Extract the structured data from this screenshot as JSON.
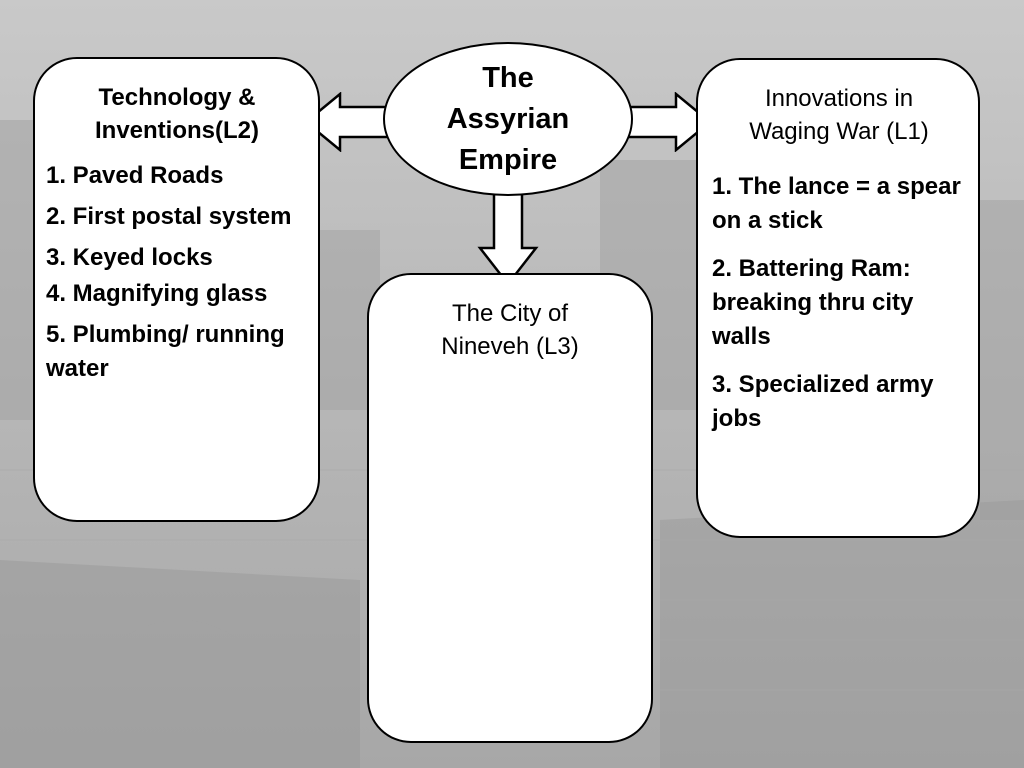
{
  "center": {
    "title": "The\nAssyrian\nEmpire"
  },
  "left_box": {
    "title": "Technology &\nInventions(L2)",
    "items": [
      "1.  Paved Roads",
      "2.  First postal system",
      "3.  Keyed locks",
      "4.  Magnifying glass",
      "5.  Plumbing/ running water"
    ]
  },
  "right_box": {
    "title": "Innovations in\nWaging War (L1)",
    "items": [
      "1.  The lance = a spear on a stick",
      "2.  Battering Ram: breaking thru city walls",
      "3.  Specialized army jobs"
    ]
  },
  "bottom_box": {
    "title": "The City of\nNineveh (L3)"
  },
  "colors": {
    "box_fill": "#ffffff",
    "outline": "#000000",
    "background": "#bdbdbd"
  }
}
